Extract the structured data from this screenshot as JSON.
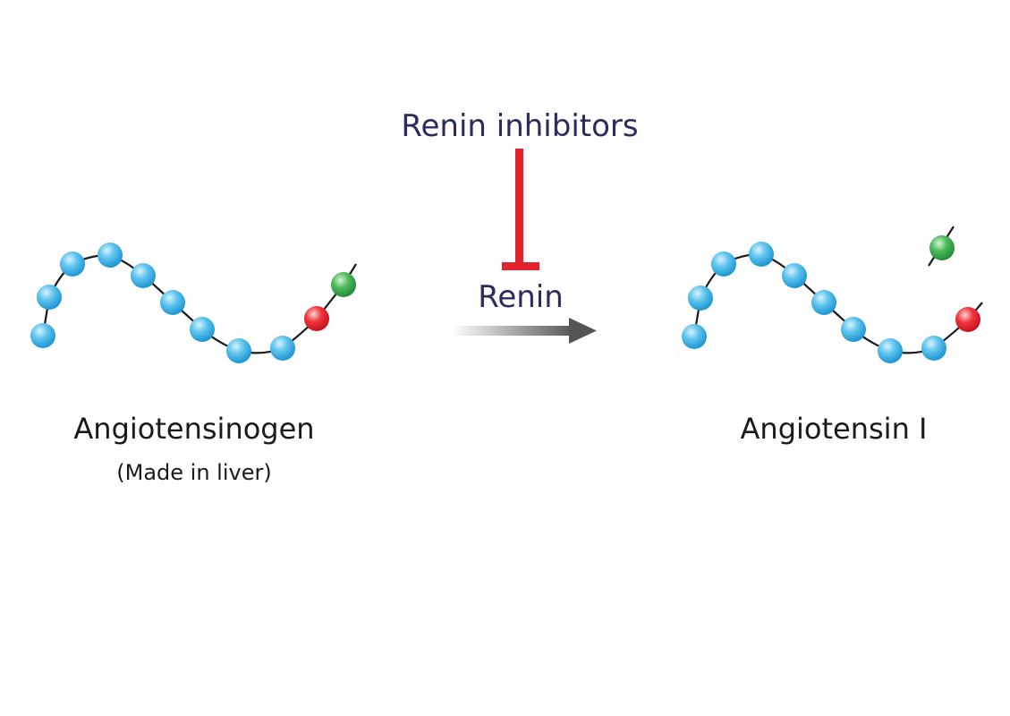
{
  "inhibitor": {
    "label": "Renin inhibitors",
    "color": "#e3232c",
    "icon": "inhibition-tbar-icon"
  },
  "enzyme": {
    "label": "Renin",
    "arrow_icon": "gradient-arrow-right-icon",
    "arrow_color": "#5a5a5a"
  },
  "substrate": {
    "name": "Angiotensinogen",
    "note": "(Made in liver)",
    "residues": {
      "blue": 9,
      "red": 1,
      "green": 1
    }
  },
  "product": {
    "name": "Angiotensin I",
    "residues": {
      "blue": 9,
      "red": 1
    },
    "cleaved_residue": "green"
  },
  "colors": {
    "text_navy": "#2b2c5e",
    "text_dark": "#1a1a1a",
    "bead_blue": "#3fb3e6",
    "bead_red": "#e3232c",
    "bead_green": "#3dab4a",
    "chain": "#1a1a1a"
  }
}
